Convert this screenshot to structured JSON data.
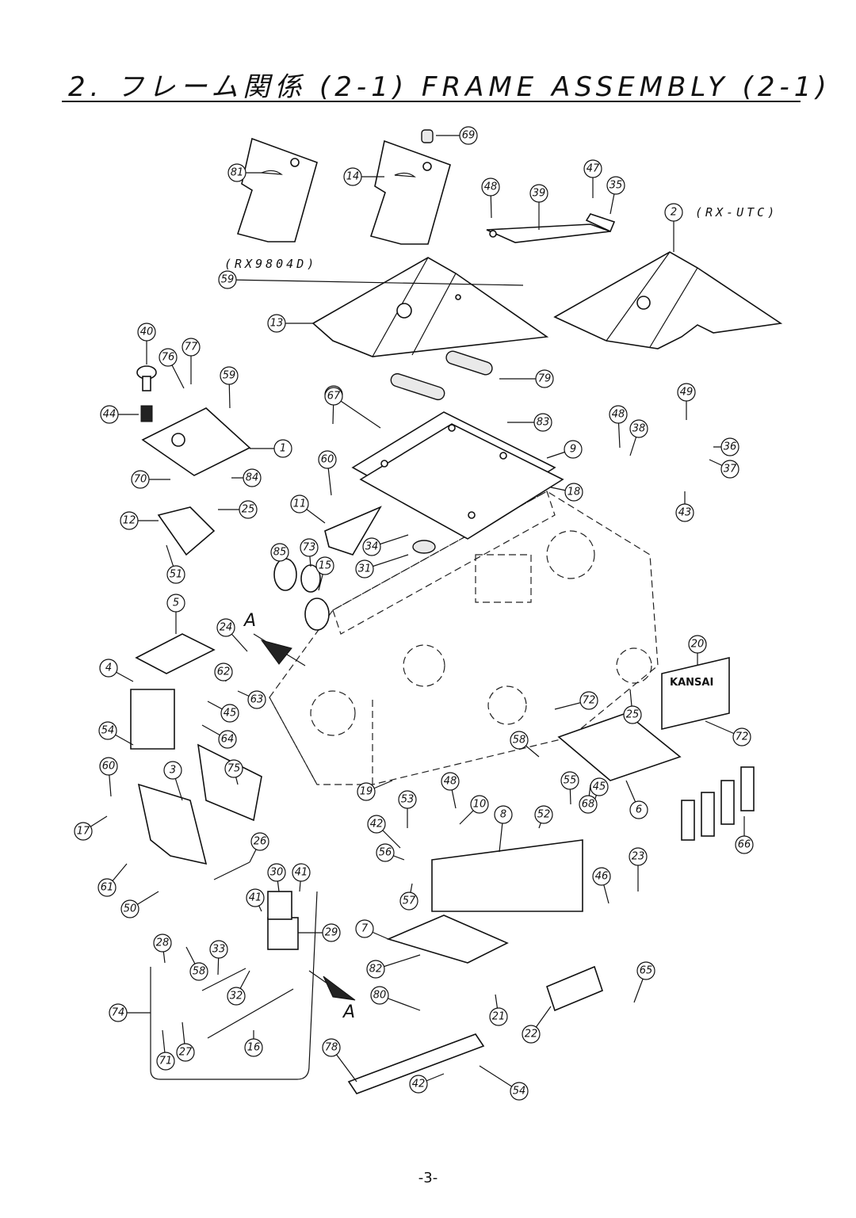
{
  "header": {
    "title": "2. フレーム関係 (2-1)  FRAME ASSEMBLY (2-1)"
  },
  "notes": {
    "variant_a": "(RX9804D)",
    "variant_b": "(RX-UTC)"
  },
  "view_labels": [
    "A",
    "A"
  ],
  "nameplate": {
    "brand": "KANSAI"
  },
  "callouts": [
    "1",
    "2",
    "3",
    "4",
    "5",
    "6",
    "7",
    "8",
    "9",
    "10",
    "11",
    "12",
    "13",
    "14",
    "15",
    "16",
    "17",
    "18",
    "19",
    "20",
    "21",
    "22",
    "23",
    "24",
    "25",
    "25",
    "26",
    "27",
    "28",
    "29",
    "30",
    "31",
    "32",
    "33",
    "34",
    "35",
    "36",
    "37",
    "38",
    "39",
    "40",
    "41",
    "41",
    "42",
    "42",
    "43",
    "44",
    "45",
    "45",
    "46",
    "47",
    "48",
    "48",
    "48",
    "49",
    "50",
    "51",
    "52",
    "53",
    "54",
    "54",
    "55",
    "56",
    "57",
    "58",
    "58",
    "59",
    "59",
    "60",
    "60",
    "60",
    "61",
    "62",
    "63",
    "64",
    "65",
    "66",
    "67",
    "68",
    "69",
    "70",
    "71",
    "72",
    "72",
    "73",
    "74",
    "75",
    "76",
    "77",
    "78",
    "79",
    "80",
    "81",
    "82",
    "83",
    "84",
    "85"
  ],
  "footer": {
    "page_number": "-3-"
  }
}
